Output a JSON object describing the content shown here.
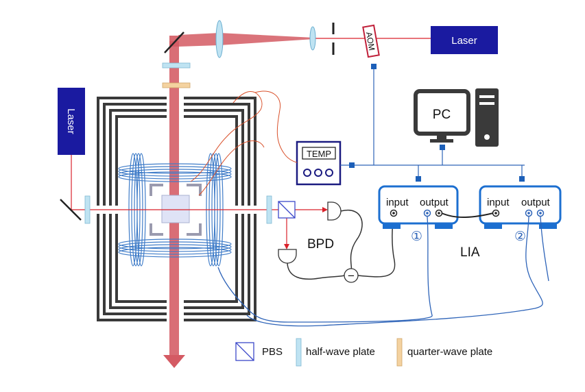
{
  "colors": {
    "laser_box": "#1a1aa0",
    "beam": "#d45a63",
    "beam_thin": "#d9202a",
    "lia_border": "#1c6fd0",
    "cable_blue": "#2d63b8",
    "cable_dark": "#222222",
    "shield": "#3a3a3a",
    "coil": "#3f7cc8",
    "half_wave_plate": "#bfe3f2",
    "quarter_wave_plate": "#f4d2a0",
    "pbs": "#3b48c9",
    "temp_border": "#1a1a80",
    "connector": "#1c5fb8",
    "heater_wire": "#d9502a"
  },
  "labels": {
    "laser_top": "Laser",
    "laser_left": "Laser",
    "aom": "AOM",
    "pc": "PC",
    "temp": "TEMP",
    "bpd": "BPD",
    "lia": "LIA",
    "lia1_input": "input",
    "lia1_output": "output",
    "lia2_input": "input",
    "lia2_output": "output",
    "lia1_num": "①",
    "lia2_num": "②",
    "minus": "−"
  },
  "legend": [
    {
      "icon": "pbs-icon",
      "label": "PBS"
    },
    {
      "icon": "half-wave-plate-icon",
      "label": "half-wave plate"
    },
    {
      "icon": "quarter-wave-plate-icon",
      "label": "quarter-wave plate"
    }
  ]
}
